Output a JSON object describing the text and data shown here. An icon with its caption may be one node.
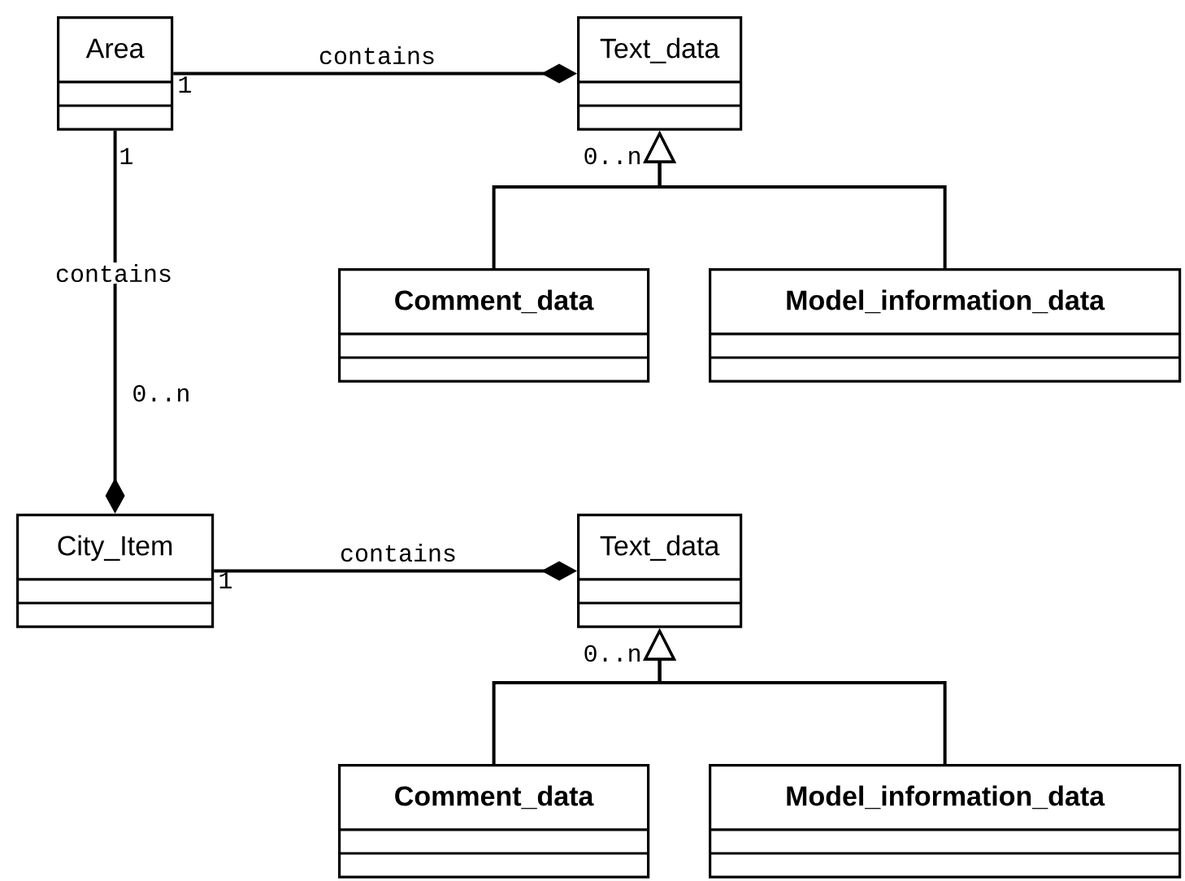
{
  "diagram": {
    "nodes": [
      {
        "text": [
          "Area"
        ]
      },
      {
        "text": [
          "Text_data"
        ]
      },
      {
        "text": [
          "Comment_data"
        ]
      },
      {
        "text": [
          "Model_information_data"
        ]
      },
      {
        "text": [
          "City_Item"
        ]
      },
      {
        "text": [
          "Text_data"
        ]
      },
      {
        "text": [
          "Comment_data"
        ]
      },
      {
        "text": [
          "Model_information_data"
        ]
      }
    ],
    "edges": [
      {
        "from": 0,
        "to": 1,
        "arrow": "other",
        "label": "contains"
      },
      {
        "from": 2,
        "to": 1,
        "arrow": "to"
      },
      {
        "from": 3,
        "to": 1,
        "arrow": "to"
      },
      {
        "from": 0,
        "to": 4,
        "arrow": "other",
        "label": "contains"
      },
      {
        "from": 4,
        "to": 5,
        "arrow": "other",
        "label": "contains"
      },
      {
        "from": 6,
        "to": 5,
        "arrow": "to"
      },
      {
        "from": 7,
        "to": 5,
        "arrow": "to"
      }
    ],
    "labels": [
      "1",
      "0..n",
      "1",
      "0..n",
      "1",
      "0..n"
    ]
  }
}
